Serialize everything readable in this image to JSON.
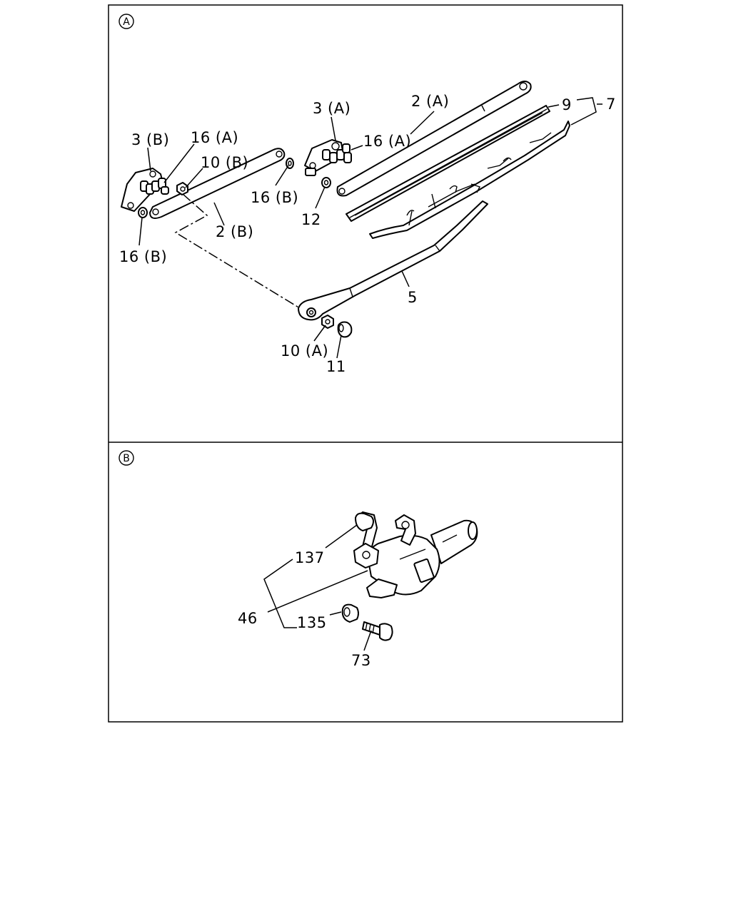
{
  "panels": {
    "a": {
      "marker": "A"
    },
    "b": {
      "marker": "B"
    }
  },
  "callouts": {
    "arm_a": "2 (A)",
    "pivot_a": "3 (A)",
    "washer_16a_right": "16 (A)",
    "blade_rubber": "9",
    "blade_assembly": "7",
    "pivot_b": "3 (B)",
    "washer_16a_left": "16 (A)",
    "nut_10b": "10 (B)",
    "washer_16b_mid": "16 (B)",
    "arm_b": "2 (B)",
    "bushing_12": "12",
    "washer_16b_left": "16 (B)",
    "wiper_arm": "5",
    "nut_10a": "10 (A)",
    "cap_11": "11",
    "bracket_137": "137",
    "motor_46": "46",
    "bushing_135": "135",
    "bolt_73": "73"
  }
}
